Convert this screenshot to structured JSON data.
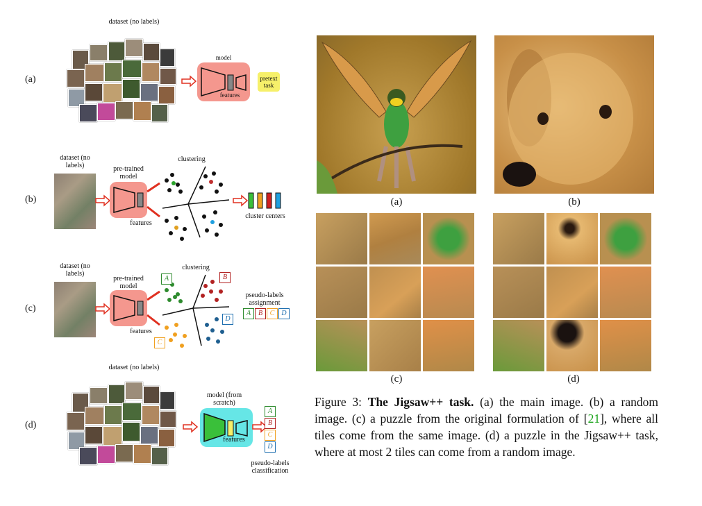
{
  "left_figure": {
    "panels": [
      {
        "label": "(a)",
        "dataset_title": "dataset (no labels)",
        "model_title": "model",
        "model_features": "features",
        "task": "pretext task"
      },
      {
        "label": "(b)",
        "dataset_title": "dataset (no labels)",
        "model_title": "pre-trained model",
        "features": "features",
        "clustering": "clustering",
        "output": "cluster centers"
      },
      {
        "label": "(c)",
        "dataset_title": "dataset (no labels)",
        "model_title": "pre-trained model",
        "features": "features",
        "clustering": "clustering",
        "output": "pseudo-labels assignment",
        "cluster_letters": [
          "A",
          "B",
          "C",
          "D"
        ]
      },
      {
        "label": "(d)",
        "dataset_title": "dataset (no labels)",
        "model_title": "model (from scratch)",
        "model_features": "features",
        "output": "pseudo-labels classification",
        "cluster_letters": [
          "A",
          "B",
          "C",
          "D"
        ]
      }
    ],
    "colors": {
      "green": "#2e8b2e",
      "red": "#b22222",
      "orange": "#f0a020",
      "blue": "#1f6fb0",
      "model_pink": "#f4978e",
      "model_cyan": "#66e6e6",
      "task_yellow": "#f6f06a",
      "arrow_red": "#e03020"
    }
  },
  "right_figure": {
    "sublabels": [
      "(a)",
      "(b)",
      "(c)",
      "(d)"
    ],
    "caption": {
      "figure_num": "Figure 3:",
      "title": "The Jigsaw++ task.",
      "text_1": " (a) the main image. (b) a random image. (c) a puzzle from the original formulation of [",
      "ref": "21",
      "text_2": "], where all tiles come from the same image. (d) a puzzle in the Jigsaw++ task, where at most 2 tiles can come from a random image."
    }
  }
}
